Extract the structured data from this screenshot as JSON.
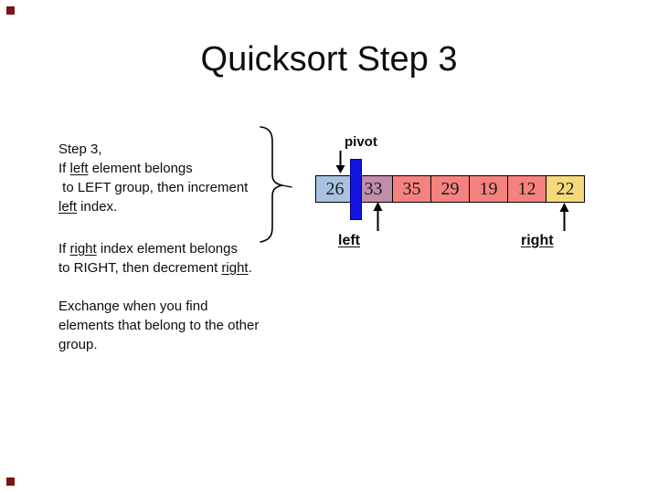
{
  "slide": {
    "title": "Quicksort Step 3",
    "corner_mark_color": "#7F1414"
  },
  "notes": {
    "blocks": [
      {
        "lines": [
          [
            {
              "t": "Step 3,"
            }
          ],
          [
            {
              "t": "If "
            },
            {
              "t": "left",
              "u": true
            },
            {
              "t": " element belongs"
            }
          ],
          [
            {
              "t": " to LEFT group, then increment"
            }
          ],
          [
            {
              "t": "left",
              "u": true
            },
            {
              "t": " index."
            }
          ]
        ]
      },
      {
        "lines": [
          [
            {
              "t": "If "
            },
            {
              "t": "right",
              "u": true
            },
            {
              "t": " index element belongs"
            }
          ],
          [
            {
              "t": "to RIGHT, then decrement "
            },
            {
              "t": "right",
              "u": true
            },
            {
              "t": "."
            }
          ]
        ]
      },
      {
        "lines": [
          [
            {
              "t": "Exchange when you find"
            }
          ],
          [
            {
              "t": "elements that belong to the other"
            }
          ],
          [
            {
              "t": "group."
            }
          ]
        ]
      }
    ]
  },
  "array_diagram": {
    "pivot_label": "pivot",
    "left_label": "left",
    "right_label": "right",
    "pivot_bar_color": "#1414E0",
    "cells": [
      {
        "value": "26",
        "fill": "#A8C3E2"
      },
      {
        "value": "33",
        "fill": "#C18DA8",
        "strip": "#5A4596"
      },
      {
        "value": "35",
        "fill": "#F5827E"
      },
      {
        "value": "29",
        "fill": "#F5827E"
      },
      {
        "value": "19",
        "fill": "#F5827E"
      },
      {
        "value": "12",
        "fill": "#F5827E"
      },
      {
        "value": "22",
        "fill": "#F6D97C"
      }
    ]
  }
}
